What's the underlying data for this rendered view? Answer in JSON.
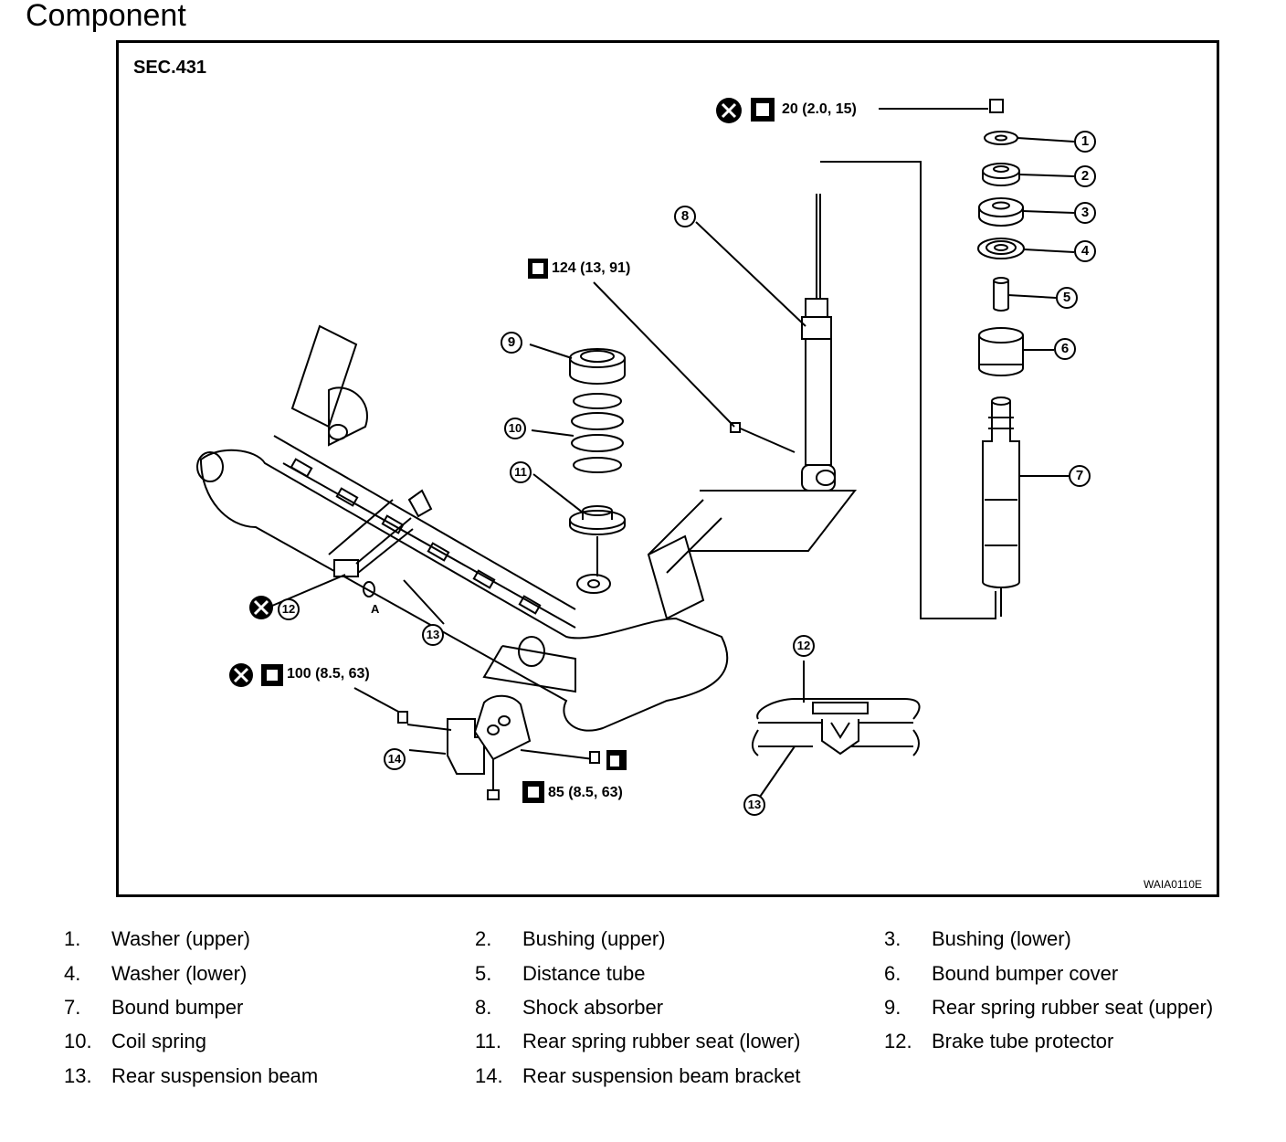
{
  "heading": "Component",
  "figure": {
    "section": "SEC.431",
    "code": "WAIA0110E",
    "torque_labels": {
      "top_nut": "20 (2.0, 15)",
      "shock_bolt": "124 (13, 91)",
      "bracket_nut": "100 (8.5, 63)",
      "bracket_bolt": "85 (8.5, 63)"
    },
    "detail_label": "A",
    "callouts": [
      "1",
      "2",
      "3",
      "4",
      "5",
      "6",
      "7",
      "8",
      "9",
      "10",
      "11",
      "12",
      "13",
      "14"
    ]
  },
  "legend": [
    {
      "num": "1.",
      "label": "Washer (upper)"
    },
    {
      "num": "2.",
      "label": "Bushing (upper)"
    },
    {
      "num": "3.",
      "label": "Bushing (lower)"
    },
    {
      "num": "4.",
      "label": "Washer (lower)"
    },
    {
      "num": "5.",
      "label": "Distance tube"
    },
    {
      "num": "6.",
      "label": "Bound bumper cover"
    },
    {
      "num": "7.",
      "label": "Bound bumper"
    },
    {
      "num": "8.",
      "label": "Shock absorber"
    },
    {
      "num": "9.",
      "label": "Rear spring rubber seat (upper)"
    },
    {
      "num": "10.",
      "label": "Coil spring"
    },
    {
      "num": "11.",
      "label": "Rear spring rubber seat (lower)"
    },
    {
      "num": "12.",
      "label": "Brake tube protector"
    },
    {
      "num": "13.",
      "label": "Rear suspension beam"
    },
    {
      "num": "14.",
      "label": "Rear suspension beam bracket"
    }
  ]
}
